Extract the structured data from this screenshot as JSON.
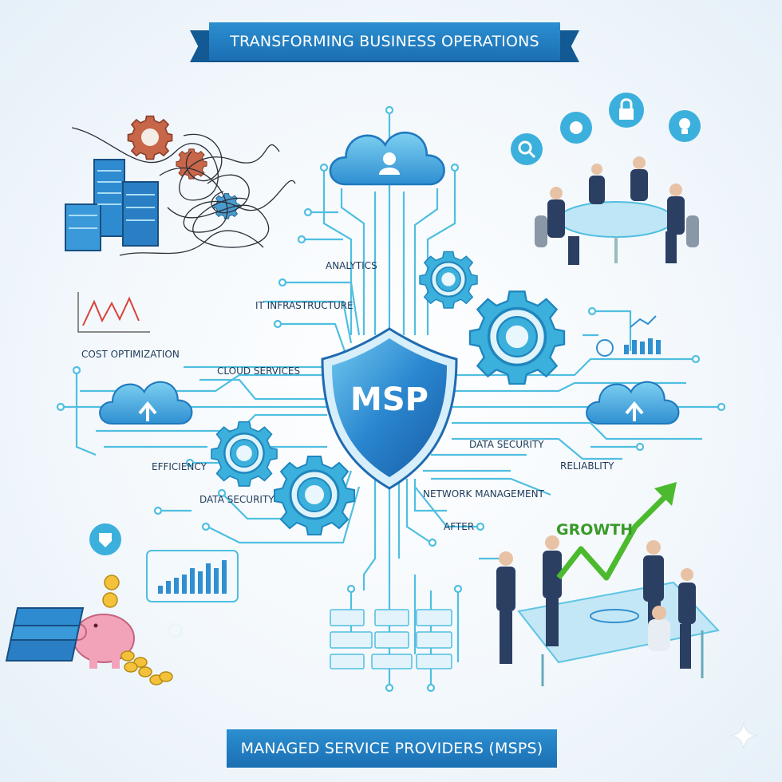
{
  "header": {
    "title": "TRANSFORMING BUSINESS OPERATIONS"
  },
  "footer": {
    "title": "MANAGED SERVICE PROVIDERS (MSPS)"
  },
  "center": {
    "label": "MSP"
  },
  "labels": {
    "analytics": "ANALYTICS",
    "it_infrastructure": "IT INFRASTRUCTURE",
    "cost_optimization": "COST OPTIMIZATION",
    "cloud_services": "CLOUD SERVICES",
    "efficiency": "EFFICIENCY",
    "data_security_left": "DATA SECURITY",
    "data_security_right": "DATA SECURITY",
    "reliability": "RELIABLITY",
    "network_management": "NETWORK MANAGEMENT",
    "after": "AFTER",
    "growth": "GROWTH"
  },
  "colors": {
    "accent": "#1b6fb3",
    "circuit": "#4fbfe0",
    "shield": "#2476c2",
    "gear": "#3cb0dc",
    "growth": "#3a9a2a"
  },
  "icons": [
    "cloud-user-icon",
    "shield-icon",
    "gear-icon",
    "cloud-upload-icon",
    "server-rack-icon",
    "tangled-cables-icon",
    "line-chart-icon",
    "bar-chart-icon",
    "piggy-bank-icon",
    "coin-icon",
    "cash-stack-icon",
    "magnifier-icon",
    "settings-icon",
    "lock-icon",
    "lightbulb-icon",
    "growth-arrow-icon",
    "team-meeting-illustration",
    "dashboard-tiles-icon",
    "sparkle-icon"
  ]
}
